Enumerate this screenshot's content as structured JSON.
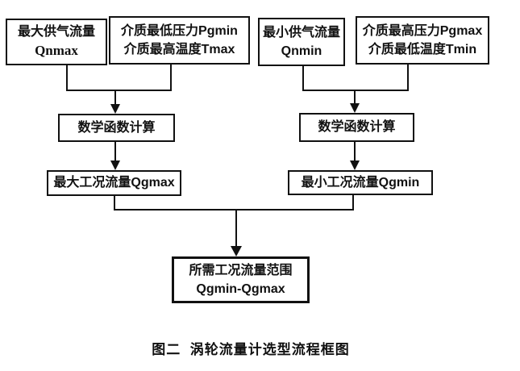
{
  "caption": "图二  涡轮流量计选型流程框图",
  "nodes": {
    "qnmax": {
      "line1": "最大供气流量",
      "line2": "Qnmax"
    },
    "pgmin_tmax": {
      "line1": "介质最低压力Pgmin",
      "line2": "介质最高温度Tmax"
    },
    "qnmin": {
      "line1": "最小供气流量",
      "line2": "Qnmin"
    },
    "pgmax_tmin": {
      "line1": "介质最高压力Pgmax",
      "line2": "介质最低温度Tmin"
    },
    "calc_left": {
      "label": "数学函数计算"
    },
    "calc_right": {
      "label": "数学函数计算"
    },
    "qgmax": {
      "label": "最大工况流量Qgmax"
    },
    "qgmin": {
      "label": "最小工况流量Qgmin"
    },
    "result": {
      "line1": "所需工况流量范围",
      "line2": "Qgmin-Qgmax"
    }
  },
  "colors": {
    "line": "#111111",
    "background": "#ffffff",
    "text": "#111111"
  }
}
